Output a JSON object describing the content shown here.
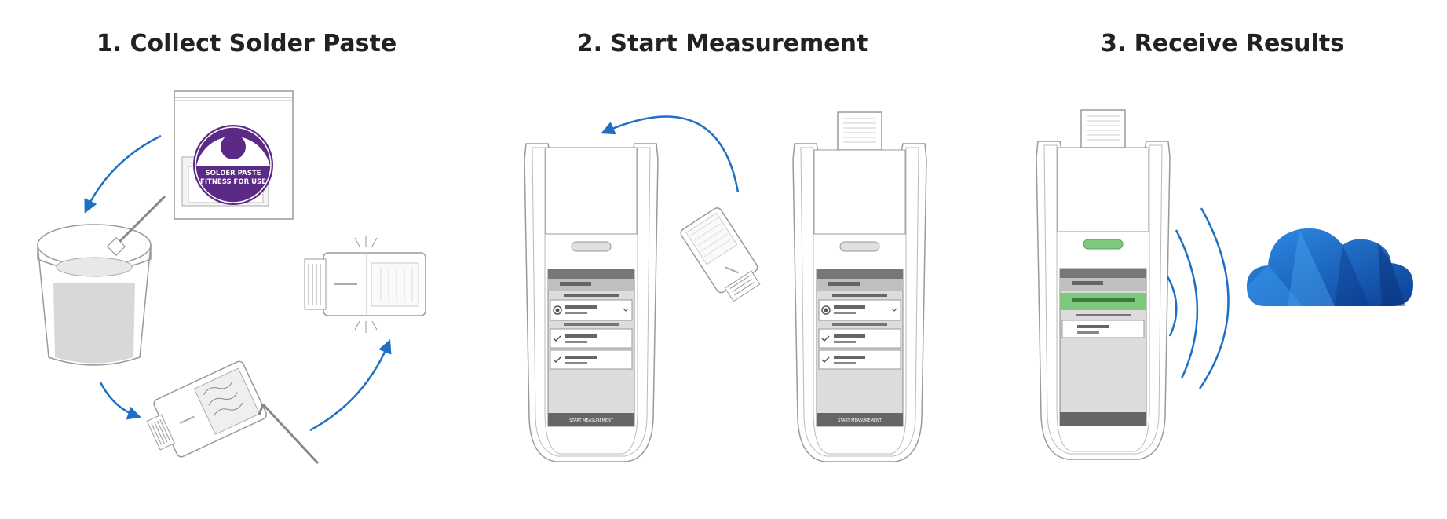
{
  "steps": [
    {
      "title": "1. Collect Solder Paste"
    },
    {
      "title": "2. Start Measurement"
    },
    {
      "title": "3. Receive Results"
    }
  ],
  "label": {
    "line1": "SOLDER PASTE",
    "line2": "FITNESS FOR USE"
  },
  "device": {
    "button_text": "START MEASUREMENT"
  },
  "colors": {
    "arrow": "#1f6fc5",
    "label_purple": "#5b2a86",
    "status_green": "#7ec87e",
    "cloud_light": "#2f8fe8",
    "cloud_dark": "#0c3f96"
  },
  "icons": [
    "arrow-icon",
    "cloud-icon",
    "wireless-signal-icon",
    "checkmark-icon",
    "chevron-down-icon"
  ]
}
